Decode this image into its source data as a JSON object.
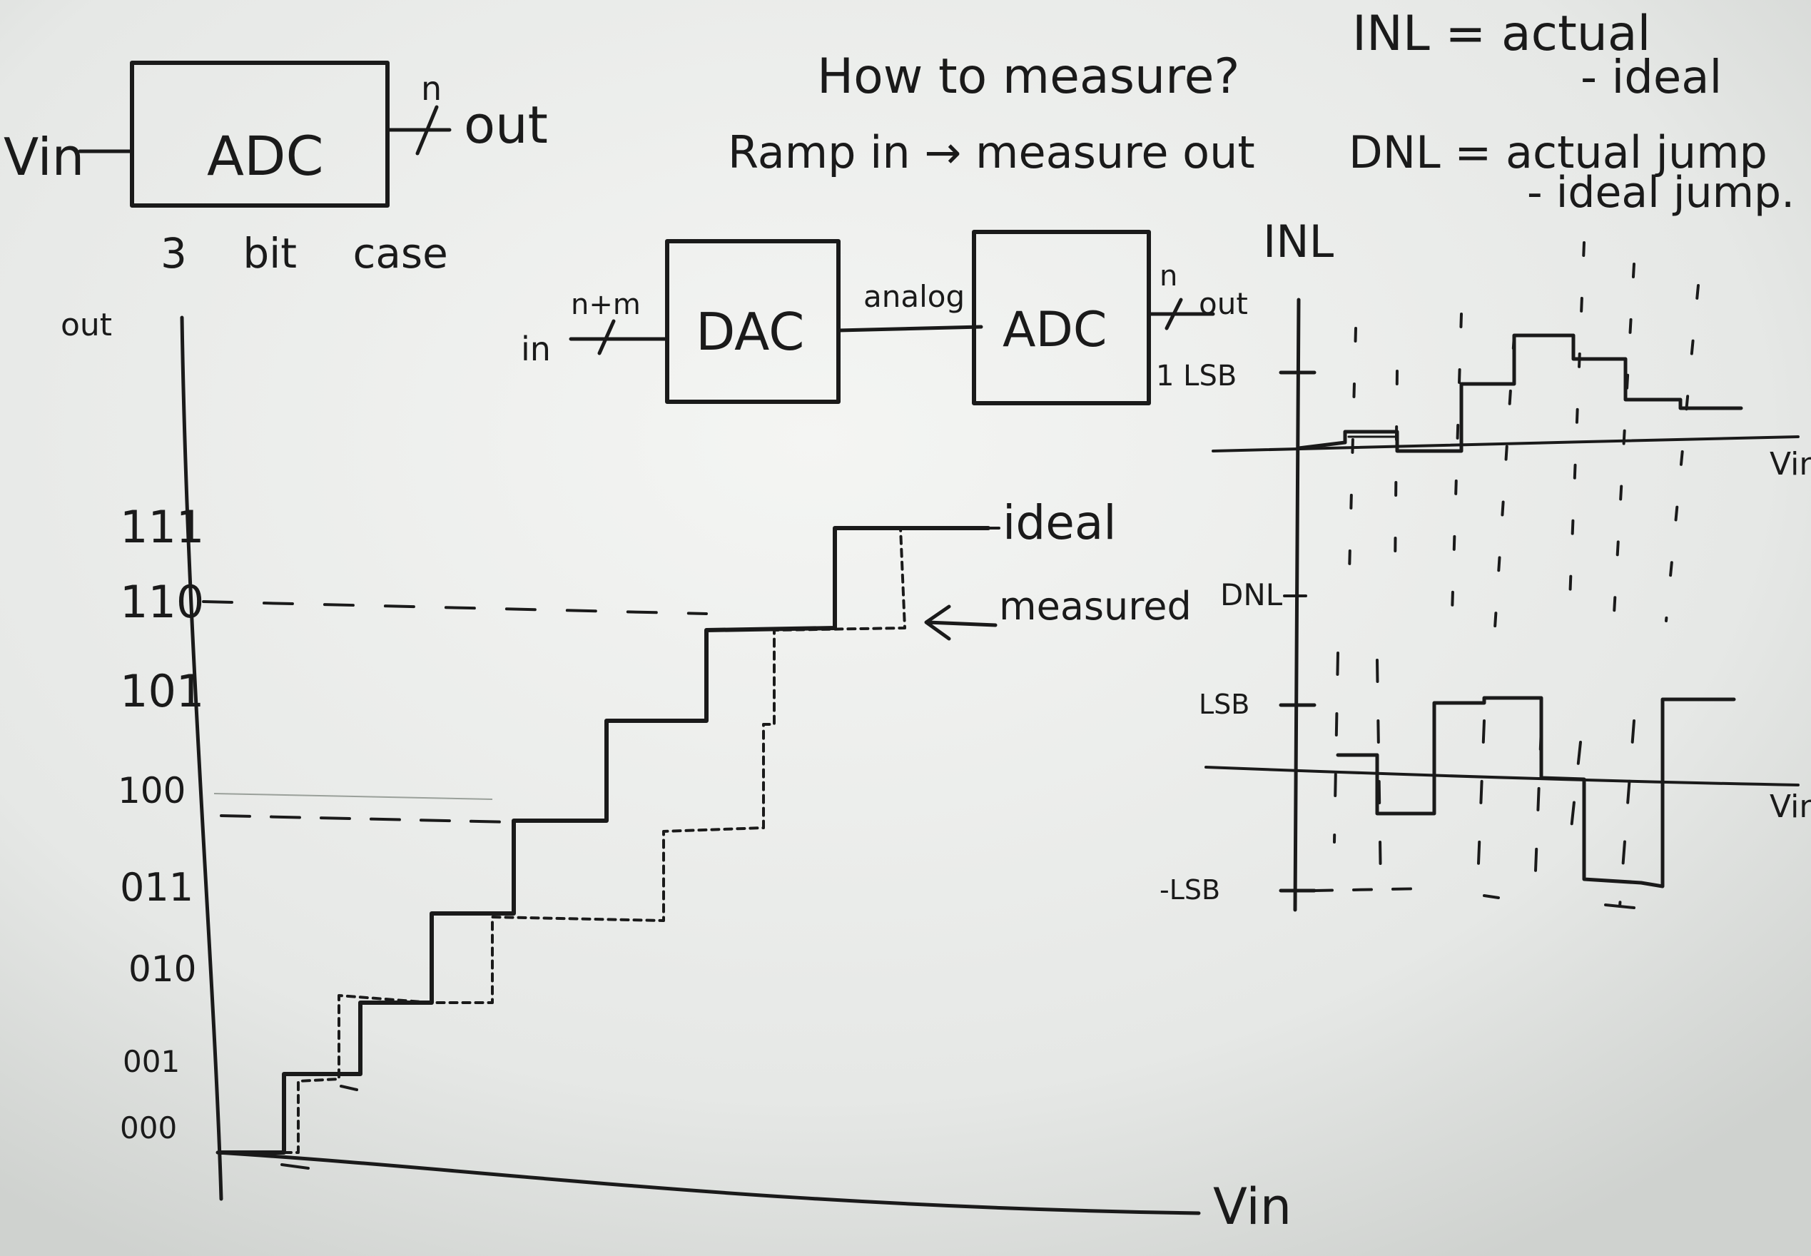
{
  "adc_block": {
    "input_label": "Vin",
    "block_label": "ADC",
    "bus_width": "n",
    "output_label": "out",
    "caption": "3 bit case"
  },
  "measure": {
    "question": "How to measure?",
    "method": "Ramp in → measure out"
  },
  "test_chain": {
    "input_label": "in",
    "bus_width": "n+m",
    "dac_label": "DAC",
    "link_label": "analog",
    "adc_label": "ADC",
    "out_bus_width": "n",
    "output_label": "out"
  },
  "definitions": {
    "inl_line1": "INL = actual",
    "inl_line2": "- ideal",
    "dnl_line1": "DNL = actual jump",
    "dnl_line2": "- ideal jump."
  },
  "transfer_plot": {
    "ylabel": "out",
    "xlabel": "Vin",
    "codes": [
      "111",
      "110",
      "101",
      "100",
      "011",
      "010",
      "001",
      "000"
    ],
    "ideal_label": "ideal",
    "measured_label": "measured"
  },
  "inl_plot": {
    "title": "INL",
    "tick_label": "1 LSB",
    "xlabel": "Vin"
  },
  "dnl_plot": {
    "title": "DNL",
    "tick_pos": "LSB",
    "tick_neg": "-LSB",
    "xlabel": "Vin"
  },
  "colors": {
    "whiteboard": "#e4e6e4",
    "ink": "#1a1a1a"
  }
}
